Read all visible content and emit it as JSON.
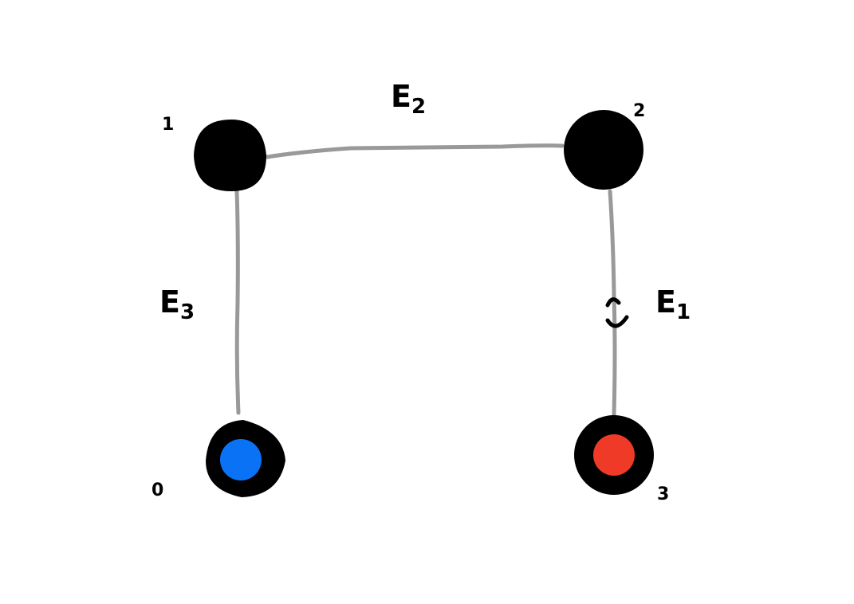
{
  "nodes": [
    {
      "id": "0",
      "label": "0",
      "inner_color": "#0a72f5"
    },
    {
      "id": "1",
      "label": "1"
    },
    {
      "id": "2",
      "label": "2"
    },
    {
      "id": "3",
      "label": "3",
      "inner_color": "#ee3a27"
    }
  ],
  "edges": [
    {
      "label": "E",
      "sub": "1",
      "from": "2",
      "to": "3"
    },
    {
      "label": "E",
      "sub": "2",
      "from": "1",
      "to": "2"
    },
    {
      "label": "E",
      "sub": "3",
      "from": "1",
      "to": "0"
    }
  ],
  "colors": {
    "edge": "#999999",
    "node": "#000000"
  }
}
